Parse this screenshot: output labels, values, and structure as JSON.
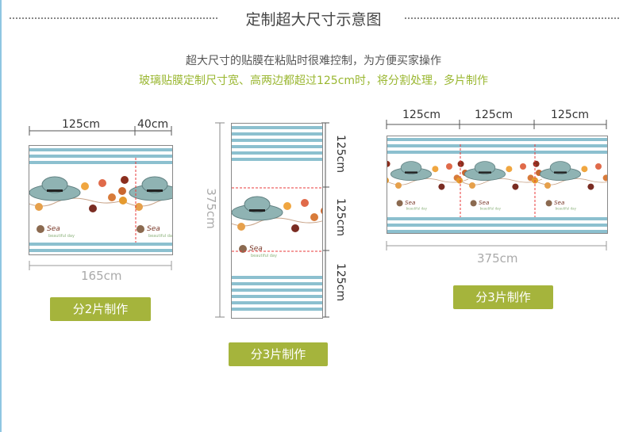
{
  "header": {
    "title": "定制超大尺寸示意图",
    "line1": "超大尺寸的贴膜在粘贴时很难控制，为方便买家操作",
    "line2": "玻璃贴膜定制尺寸宽、高两边都超过125cm时，将分割处理，多片制作"
  },
  "colors": {
    "accent": "#a5b43c",
    "stripe": "#8cc0cf",
    "cut_line": "#e83a3a"
  },
  "example_two": {
    "top_labels": [
      "125cm",
      "40cm"
    ],
    "total": "165cm",
    "button": "分2片制作",
    "motif_text": "Sea",
    "motif_sub": "beautiful day"
  },
  "example_vertical": {
    "total": "375cm",
    "segments": [
      "125cm",
      "125cm",
      "125cm"
    ],
    "button": "分3片制作"
  },
  "example_three": {
    "top_labels": [
      "125cm",
      "125cm",
      "125cm"
    ],
    "total": "375cm",
    "button": "分3片制作"
  }
}
